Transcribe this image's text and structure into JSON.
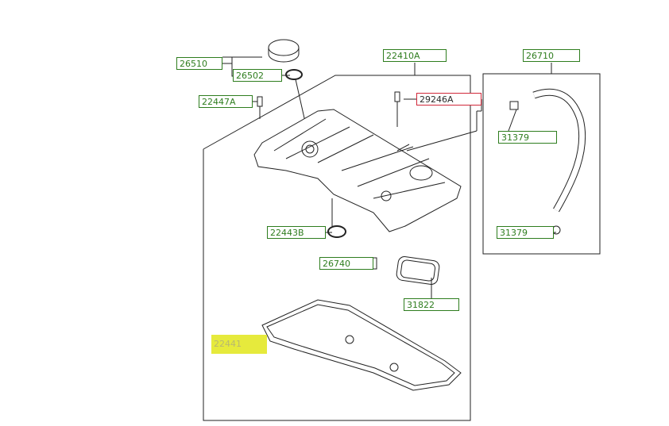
{
  "parts": [
    {
      "id": "p26510",
      "number": "26510"
    },
    {
      "id": "p26502",
      "number": "26502"
    },
    {
      "id": "p22447A",
      "number": "22447A"
    },
    {
      "id": "p22410A",
      "number": "22410A"
    },
    {
      "id": "p29246A",
      "number": "29246A"
    },
    {
      "id": "p26710",
      "number": "26710"
    },
    {
      "id": "p31379a",
      "number": "31379"
    },
    {
      "id": "p31379b",
      "number": "31379"
    },
    {
      "id": "p22443B",
      "number": "22443B"
    },
    {
      "id": "p26740",
      "number": "26740"
    },
    {
      "id": "p31822",
      "number": "31822"
    },
    {
      "id": "p22441",
      "number": "22441"
    }
  ],
  "colors": {
    "label": "#2e7d1e",
    "selected_border": "#d1283a",
    "highlight": "#e6ea3c"
  }
}
